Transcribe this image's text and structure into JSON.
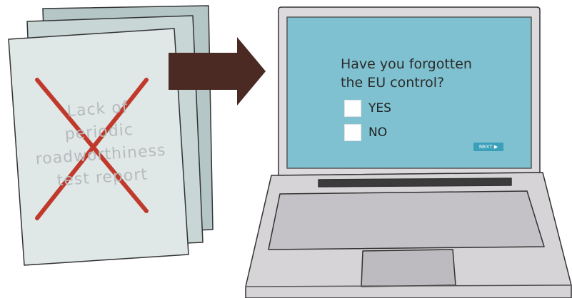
{
  "document": {
    "text_lines": [
      "Lack of",
      "periodic",
      "roadworthiness",
      "test report"
    ]
  },
  "screen": {
    "question_line1": "Have you forgotten",
    "question_line2": "the EU control?",
    "options": [
      {
        "label": "YES",
        "checked": false
      },
      {
        "label": "NO",
        "checked": false
      }
    ],
    "next_label": "NEXT",
    "next_icon": "play-triangle-icon"
  },
  "colors": {
    "screen": "#7fc1d0",
    "arrow": "#4a2a22",
    "cross": "#c0392b",
    "paper": "#dfe7e7",
    "paper_back": "#b8c8c8",
    "laptop_body": "#d8d6d8",
    "next_button": "#3a9fb9"
  }
}
